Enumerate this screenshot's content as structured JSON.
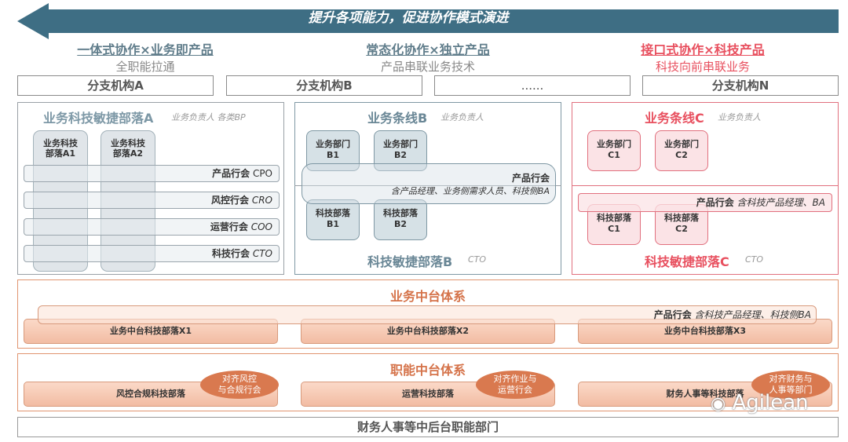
{
  "banner": {
    "text": "提升各项能力，促进协作模式演进",
    "color": "#3e6e84"
  },
  "headers": [
    {
      "title": "一体式协作×业务即产品",
      "sub": "全职能拉通",
      "color": "#607d8b"
    },
    {
      "title": "常态化协作×独立产品",
      "sub": "产品串联业务技术",
      "color": "#607d8b"
    },
    {
      "title": "接口式协作×科技产品",
      "sub": "科技向前串联业务",
      "color": "#e8505f"
    }
  ],
  "branches": [
    "分支机构A",
    "分支机构B",
    "......",
    "分支机构N"
  ],
  "panel_a": {
    "title": "业务科技敏捷部落A",
    "note": "业务负责人 各类BP",
    "tribes": [
      "业务科技\n部落A1",
      "业务科技\n部落A2"
    ],
    "guilds": [
      {
        "name": "产品行会",
        "role": "CPO"
      },
      {
        "name": "风控行会",
        "role": "CRO"
      },
      {
        "name": "运营行会",
        "role": "COO"
      },
      {
        "name": "科技行会",
        "role": "CTO"
      }
    ]
  },
  "panel_b": {
    "title": "业务条线B",
    "note": "业务负责人",
    "biz": [
      "业务部门\nB1",
      "业务部门\nB2"
    ],
    "guild_name": "产品行会",
    "guild_desc": "含产品经理、业务侧需求人员、科技侧BA",
    "tech": [
      "科技部落\nB1",
      "科技部落\nB2"
    ],
    "bottom_title": "科技敏捷部落B",
    "bottom_note": "CTO"
  },
  "panel_c": {
    "title": "业务条线C",
    "note": "业务负责人",
    "biz": [
      "业务部门\nC1",
      "业务部门\nC2"
    ],
    "guild_name": "产品行会",
    "guild_desc": "含科技产品经理、BA",
    "tech": [
      "科技部落\nC1",
      "科技部落\nC2"
    ],
    "bottom_title": "科技敏捷部落C",
    "bottom_note": "CTO"
  },
  "mid_platform": {
    "title": "业务中台体系",
    "guild_name": "产品行会",
    "guild_desc": "含科技产品经理、科技侧BA",
    "tribes": [
      "业务中台科技部落X1",
      "业务中台科技部落X2",
      "业务中台科技部落X3"
    ]
  },
  "func_platform": {
    "title": "职能中台体系",
    "tribes": [
      "风控合规科技部落",
      "运营科技部落",
      "财务人事等科技部落"
    ],
    "ovals": [
      "对齐风控\n与合规行会",
      "对齐作业与\n运营行会",
      "对齐财务与\n人事等部门"
    ]
  },
  "bottom": "财务人事等中后台职能部门",
  "watermark": "Agilean"
}
